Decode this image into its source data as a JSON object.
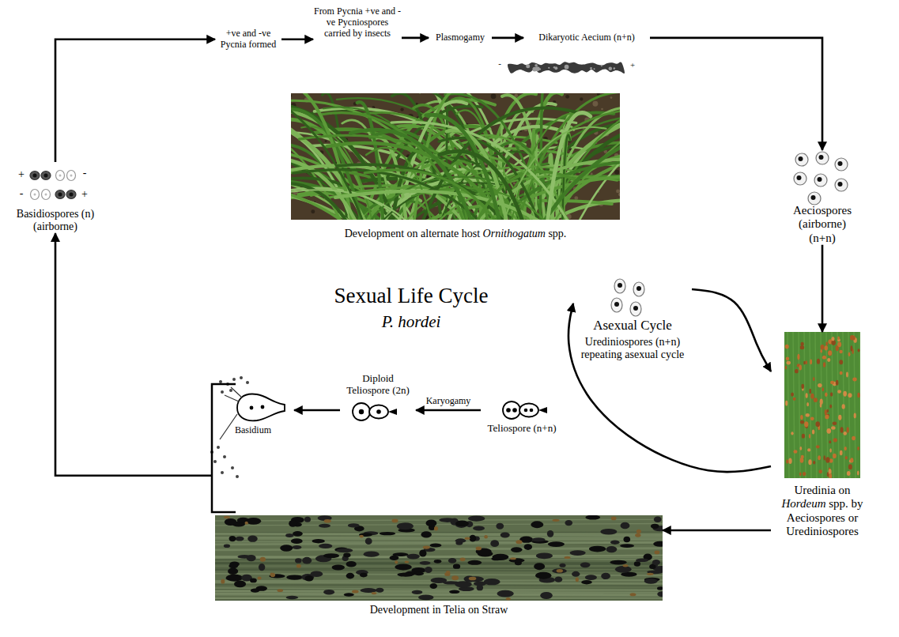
{
  "diagram": {
    "title": "Sexual Life Cycle",
    "nodes": [
      {
        "text": [
          "+ve and -ve Pycnia formed"
        ]
      },
      {
        "text": [
          "From Pycnia +ve and -ve Pycniospores carried by insects"
        ]
      },
      {
        "text": [
          "Plasmogamy"
        ]
      },
      {
        "text": [
          "Dikaryotic Aecium (n+n)"
        ]
      },
      {
        "text": [
          "Development on alternate host Ornithogatum spp."
        ]
      },
      {
        "text": [
          "Aeciospores (airborne) (n+n)"
        ]
      },
      {
        "text": [
          "Uredinia on Hordeum spp. by Aeciospores or Urediniospores"
        ]
      },
      {
        "text": [
          "Asexual Cycle",
          "Urediniospores (n+n) repeating asexual cycle"
        ]
      },
      {
        "text": [
          "Development in Telia on Straw"
        ]
      },
      {
        "text": [
          "Teliospore (n+n)"
        ]
      },
      {
        "text": [
          "Diploid Teliospore (2n)"
        ]
      },
      {
        "text": [
          "Basidium"
        ]
      },
      {
        "text": [
          "Basidiospores (n) (airborne)"
        ]
      }
    ],
    "edges": [
      {
        "from": 12,
        "to": 0,
        "arrow": "to"
      },
      {
        "from": 0,
        "to": 1,
        "arrow": "to"
      },
      {
        "from": 1,
        "to": 2,
        "arrow": "to"
      },
      {
        "from": 2,
        "to": 3,
        "arrow": "to"
      },
      {
        "from": 3,
        "to": 5,
        "arrow": "to"
      },
      {
        "from": 5,
        "to": 6,
        "arrow": "to"
      },
      {
        "from": 6,
        "to": 7,
        "arrow": "to"
      },
      {
        "from": 7,
        "to": 6,
        "arrow": "to"
      },
      {
        "from": 6,
        "to": 8,
        "arrow": "to"
      },
      {
        "from": 9,
        "to": 10,
        "label": "Karyogamy",
        "arrow": "to"
      },
      {
        "from": 10,
        "to": 11,
        "arrow": "to"
      },
      {
        "from": 11,
        "to": 12,
        "arrow": "to"
      }
    ],
    "labels": [
      "P. hordei",
      "+",
      "-",
      "-",
      "+",
      "-",
      "+"
    ]
  }
}
